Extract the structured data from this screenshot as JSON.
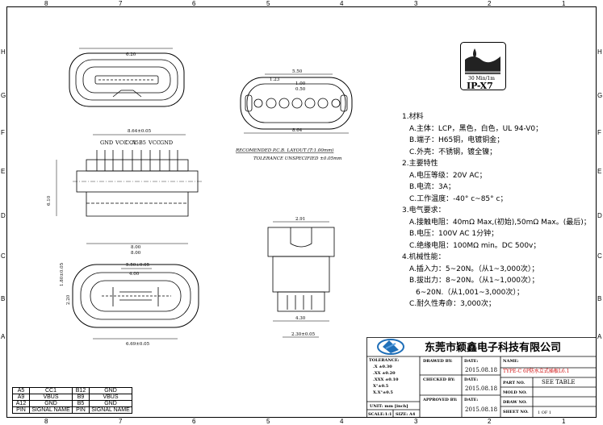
{
  "ruler": {
    "top": [
      "8",
      "7",
      "6",
      "5",
      "4",
      "3",
      "2",
      "1"
    ],
    "side": [
      "H",
      "G",
      "F",
      "E",
      "D",
      "C",
      "B",
      "A"
    ]
  },
  "drawing": {
    "top_view_dim": "6.20",
    "front_dims": {
      "width": "8.64±0.05",
      "height": "6.10",
      "bottom1": "8.00",
      "bottom2": "8.00"
    },
    "pin_labels": [
      "GND",
      "VCC",
      "CC1",
      "A5",
      "B5",
      "VCC",
      "GND"
    ],
    "bottom_view_dims": {
      "top": "5.50±0.05",
      "inner": "4.00",
      "width": "6.69±0.05",
      "side1": "1.80±0.05",
      "side2": "2.20"
    },
    "pcb_dims": {
      "top": "5.50",
      "a": "1.23",
      "b": "1.00",
      "c": "0.50",
      "width": "8.64"
    },
    "pcb_title": "RECOMENDED P.C.B. LAYOUT (T:1.00mm)",
    "pcb_tolerance": "TOLERANCE UNSPECIFIED ±0.05mm",
    "side_dims": {
      "top": "2.91",
      "bottom": "4.30",
      "base": "2.30±0.05"
    }
  },
  "badge": {
    "rating": "30 Min/1m",
    "label": "IP-X7"
  },
  "spec": [
    {
      "t": "1.材料",
      "l": 0
    },
    {
      "t": "A.主体：LCP，黑色，白色，UL 94-V0；",
      "l": 1
    },
    {
      "t": "B.端子：H65铜，电镀铜金；",
      "l": 1
    },
    {
      "t": "C.外壳：不锈钢，镀全镍；",
      "l": 1
    },
    {
      "t": "2.主要特性",
      "l": 0
    },
    {
      "t": "A.电压等级：20V AC；",
      "l": 1
    },
    {
      "t": "B.电流：3A；",
      "l": 1
    },
    {
      "t": "C.工作温度：-40° c~85° c；",
      "l": 1
    },
    {
      "t": "3.电气要求：",
      "l": 0
    },
    {
      "t": "A.接触电阻：40mΩ Max,(初始),50mΩ Max。(最后)；",
      "l": 1
    },
    {
      "t": "B.电压：100V AC 1分钟；",
      "l": 1
    },
    {
      "t": "C.绝缘电阻：100MΩ min。DC 500v；",
      "l": 1
    },
    {
      "t": "4.机械性能：",
      "l": 0
    },
    {
      "t": "A.插入力：5~20N。（从1~3,000次）；",
      "l": 1
    },
    {
      "t": "B.拔出力：8~20N。（从1~1,000次）；",
      "l": 1
    },
    {
      "t": "6~20N.（从1,001~3,000次）；",
      "l": 2
    },
    {
      "t": "C.耐久性寿命：3,000次；",
      "l": 1
    }
  ],
  "title_block": {
    "company": "东莞市颖鑫电子科技有限公司",
    "tolerance_label": "TOLERANCE:",
    "tol_rows": [
      ".X ±0.30",
      ".XX ±0.20",
      ".XXX ±0.10",
      "X°±0.5",
      "X.X°±0.5"
    ],
    "unit": "UNIT: mm [inch]",
    "scale": "SCALE:1:1",
    "size": "SIZE: A4",
    "drawn_by": "DRAWED BY:",
    "checked_by": "CHECKED BY:",
    "approved_by": "APPROVED BY:",
    "date_label": "DATE:",
    "date": "2015.08.18",
    "date2": "2015.08.18",
    "date3": "2015.08.18",
    "name_label": "NAME:",
    "name": "TYPE-C 6P防水立式插板L6.1",
    "part_no_label": "PART NO.",
    "part_no": "SEE TABLE",
    "mold_no": "MOLD NO.",
    "draw_no": "DRAW NO.",
    "sheet_no": "SHEET NO.",
    "sheet": "1 OF 1"
  },
  "pin_table": {
    "rows": [
      [
        "A5",
        "CC1",
        "B12",
        "GND"
      ],
      [
        "A9",
        "VBUS",
        "B9",
        "VBUS"
      ],
      [
        "A12",
        "GND",
        "B5",
        "GND"
      ],
      [
        "PIN",
        "SIGNAL NAME",
        "PIN",
        "SIGNAL NAME"
      ]
    ]
  },
  "colors": {
    "accent_blue": "#1f6fb8",
    "name_red": "#d01010"
  }
}
